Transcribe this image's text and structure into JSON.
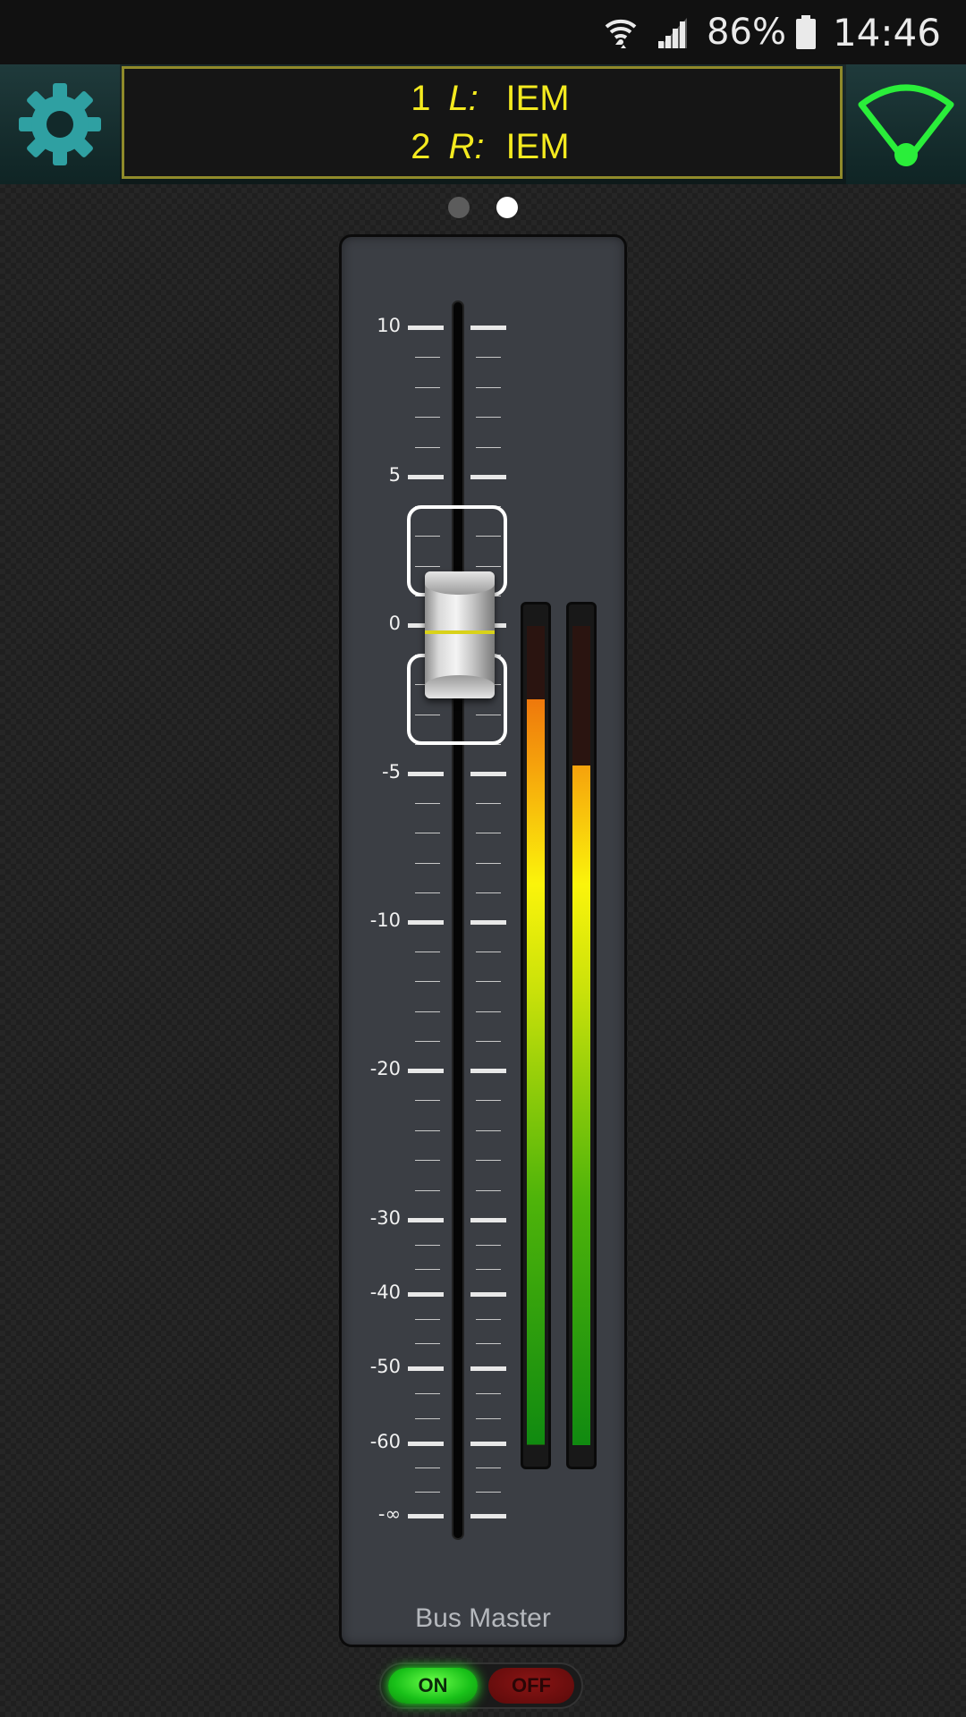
{
  "status_bar": {
    "battery_percent": "86%",
    "time": "14:46",
    "icons": [
      "wifi-icon",
      "signal-icon",
      "battery-icon"
    ]
  },
  "header": {
    "settings_icon": "gear-icon",
    "wifi_icon": "wifi-icon",
    "channels": [
      {
        "number": "1",
        "side": "L:",
        "name": "IEM"
      },
      {
        "number": "2",
        "side": "R:",
        "name": "IEM"
      }
    ]
  },
  "pager": {
    "pages": 2,
    "active_index": 1
  },
  "fader": {
    "label": "Bus Master",
    "scale_labels": [
      "10",
      "5",
      "0",
      "-5",
      "-10",
      "-20",
      "-30",
      "-40",
      "-50",
      "-60",
      "-∞"
    ],
    "position_db": 0
  },
  "meters": {
    "left_level": 0.91,
    "right_level": 0.83
  },
  "toggle": {
    "on_label": "ON",
    "off_label": "OFF",
    "state": "on"
  },
  "colors": {
    "accent_yellow": "#f4ea1f",
    "gear_teal": "#2fa0a2",
    "wifi_green": "#2aee3a",
    "on_green": "#19c119",
    "off_red": "#8a1414"
  }
}
